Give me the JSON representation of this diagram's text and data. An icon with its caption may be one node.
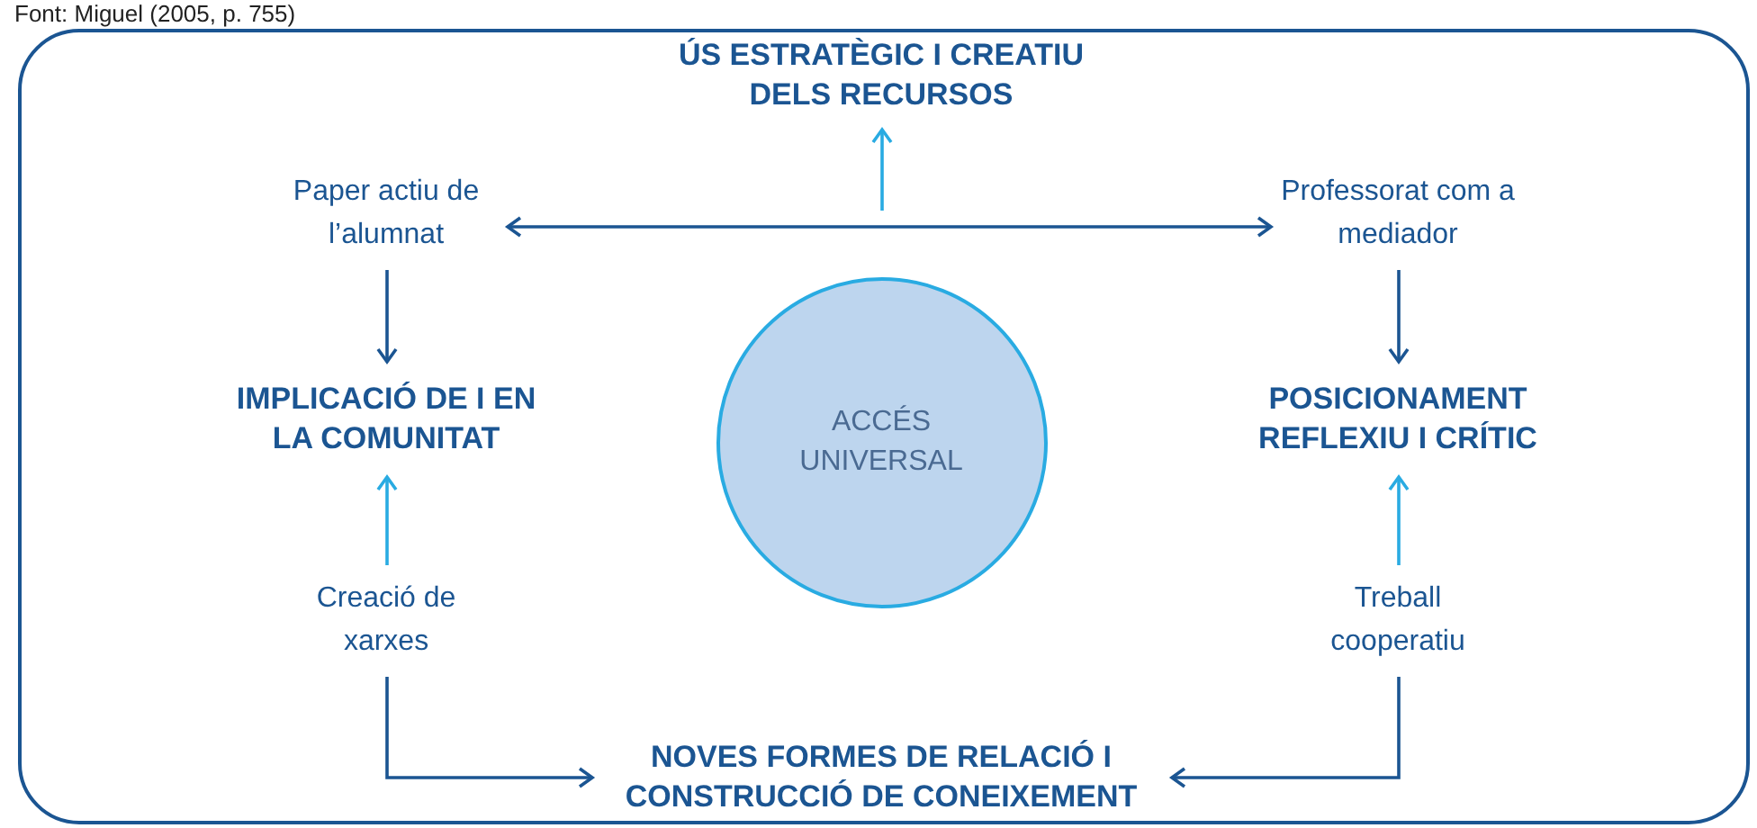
{
  "diagram": {
    "nodes": [
      {
        "text": [],
        "shape": "box"
      },
      {
        "text": [
          "ÚS ESTRATÈGIC I CREATIU DELS RECURSOS"
        ],
        "in": 0
      },
      {
        "text": [
          "Paper actiu de l’alumnat"
        ],
        "in": 0
      },
      {
        "text": [
          "Professorat com a mediador"
        ],
        "in": 0
      },
      {
        "text": [
          "IMPLICACIÓ DE I EN LA COMUNITAT"
        ],
        "in": 0
      },
      {
        "text": [
          "ACCÉS UNIVERSAL"
        ],
        "in": 0
      },
      {
        "text": [
          "POSICIONAMENT REFLEXIU I CRÍTIC"
        ],
        "in": 0
      },
      {
        "text": [
          "Creació de xarxes"
        ],
        "in": 0
      },
      {
        "text": [
          "Treball cooperatiu"
        ],
        "in": 0
      },
      {
        "text": [
          "NOVES FORMES DE RELACIÓ I CONSTRUCCIÓ DE CONEIXEMENT"
        ],
        "in": 0
      }
    ],
    "edges": [
      {
        "from": 2,
        "to": 3,
        "arrow": "both"
      },
      {
        "from": null,
        "to": 1,
        "arrow": "to",
        "color": "#29abe2"
      },
      {
        "from": 2,
        "to": 4,
        "arrow": "to"
      },
      {
        "from": 3,
        "to": 6,
        "arrow": "to"
      },
      {
        "from": 7,
        "to": 4,
        "arrow": "to",
        "color": "#29abe2"
      },
      {
        "from": 8,
        "to": 6,
        "arrow": "to",
        "color": "#29abe2"
      },
      {
        "from": 7,
        "to": 9,
        "arrow": "to"
      },
      {
        "from": 8,
        "to": 9,
        "arrow": "to"
      }
    ],
    "labels": [
      "Font: Miguel (2005, p. 755)"
    ]
  }
}
